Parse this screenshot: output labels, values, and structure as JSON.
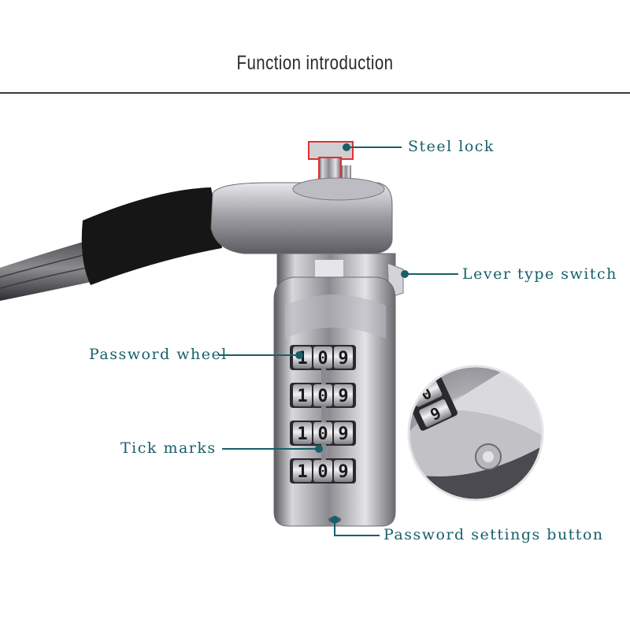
{
  "title": "Function introduction",
  "callouts": {
    "steel_lock": "Steel lock",
    "lever_switch": "Lever type switch",
    "password_wheel": "Password wheel",
    "tick_marks": "Tick marks",
    "settings_button": "Password settings button"
  },
  "wheels": [
    [
      "1",
      "0",
      "9"
    ],
    [
      "1",
      "0",
      "9"
    ],
    [
      "1",
      "0",
      "9"
    ],
    [
      "1",
      "0",
      "9"
    ]
  ],
  "zoom_wheel_digits": [
    "0",
    "9"
  ],
  "colors": {
    "callout_teal": "#17606a",
    "highlight_red": "#e03030",
    "rule": "#3a3a3a"
  }
}
